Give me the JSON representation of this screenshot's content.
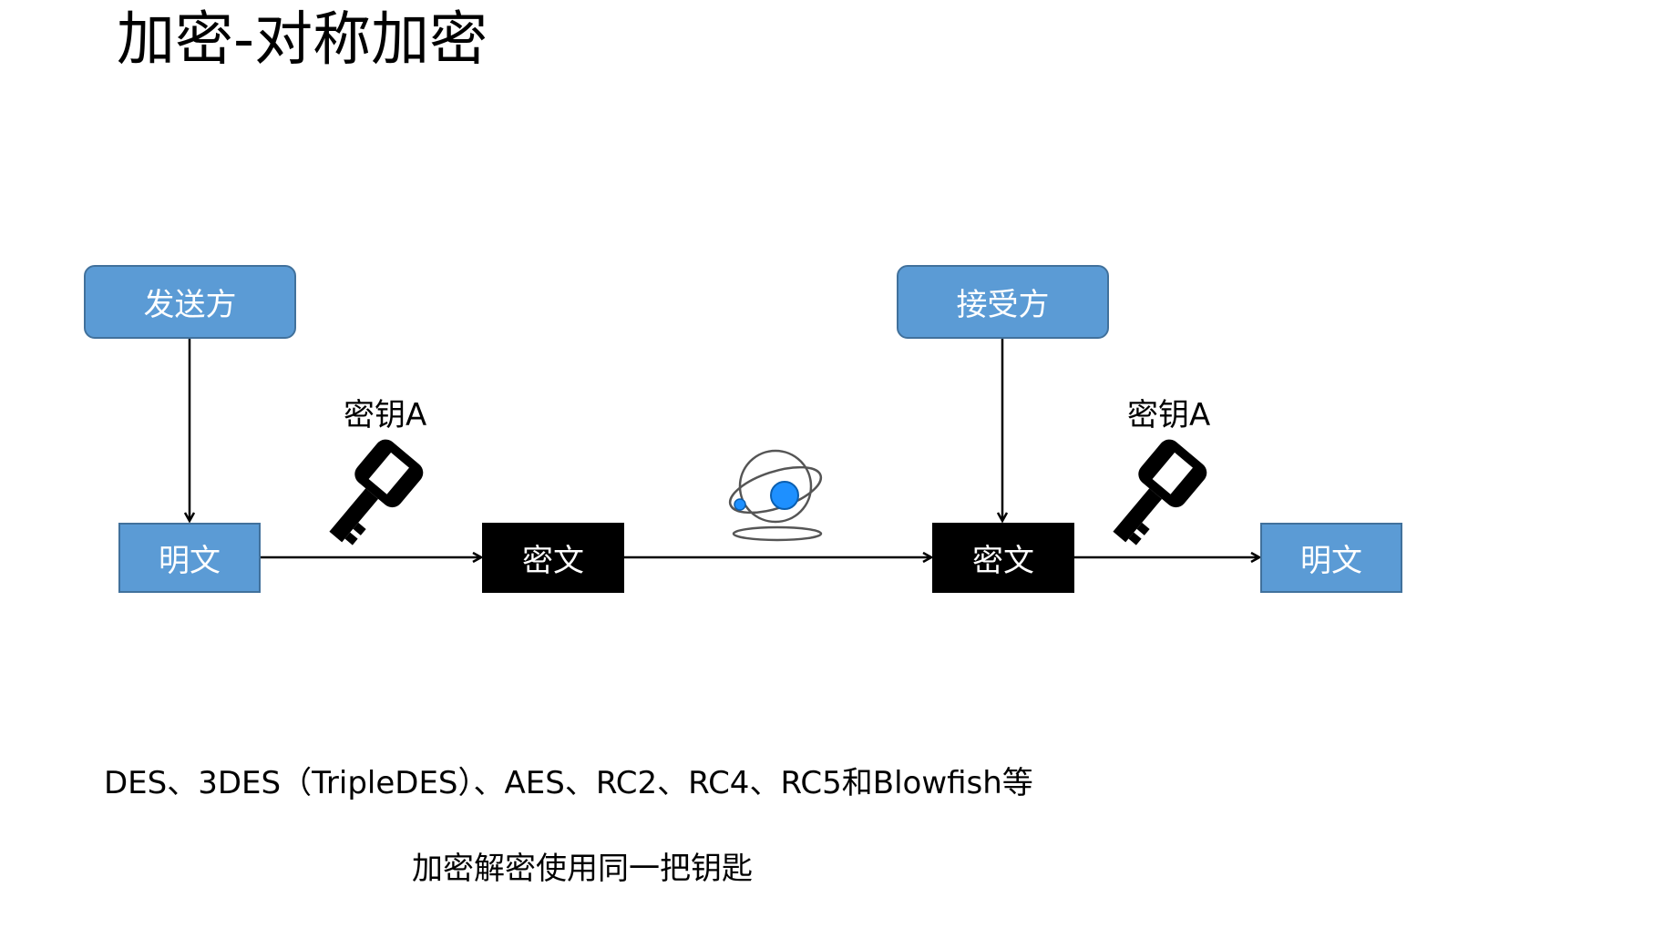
{
  "title": "加密-对称加密",
  "diagram": {
    "sender": "发送方",
    "receiver": "接受方",
    "plaintext_left": "明文",
    "ciphertext_left": "密文",
    "ciphertext_right": "密文",
    "plaintext_right": "明文",
    "key_label_left": "密钥A",
    "key_label_right": "密钥A"
  },
  "icons": {
    "key_left": "key-icon",
    "key_right": "key-icon",
    "transmission": "network-orbit-icon"
  },
  "notes": {
    "algorithms": "DES、3DES（TripleDES）、AES、RC2、RC4、RC5和Blowfish等",
    "summary": "加密解密使用同一把钥匙"
  },
  "colors": {
    "box_blue": "#5b9bd5",
    "box_border": "#41719c",
    "cipher_box": "#000000",
    "orbit_blue": "#1e90ff"
  }
}
